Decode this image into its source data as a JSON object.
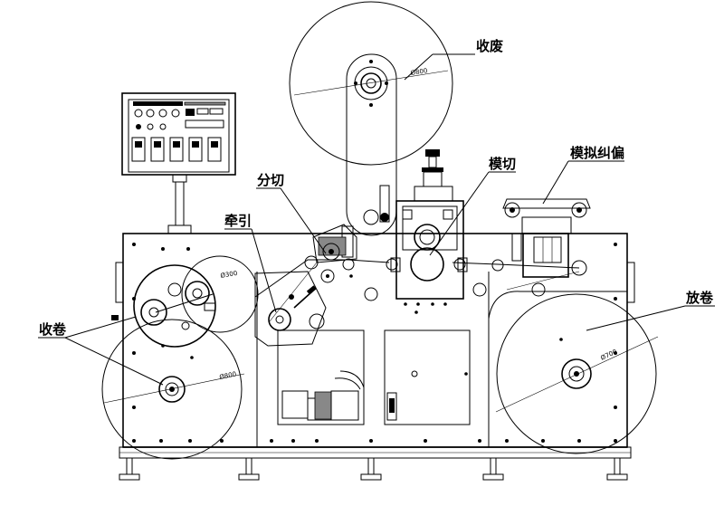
{
  "labels": {
    "waste_rewind": "收废",
    "die_cut": "模切",
    "web_guide": "模拟纠偏",
    "slitting": "分切",
    "traction": "牵引",
    "rewind": "收卷",
    "unwind": "放卷"
  },
  "dimensions": {
    "waste_roll_dia": "Ø800",
    "rewind_core_dia": "Ø300",
    "rewind_roll_dia": "Ø800",
    "unwind_roll_dia": "Ø700"
  },
  "colors": {
    "line": "#000000",
    "background": "#ffffff"
  }
}
